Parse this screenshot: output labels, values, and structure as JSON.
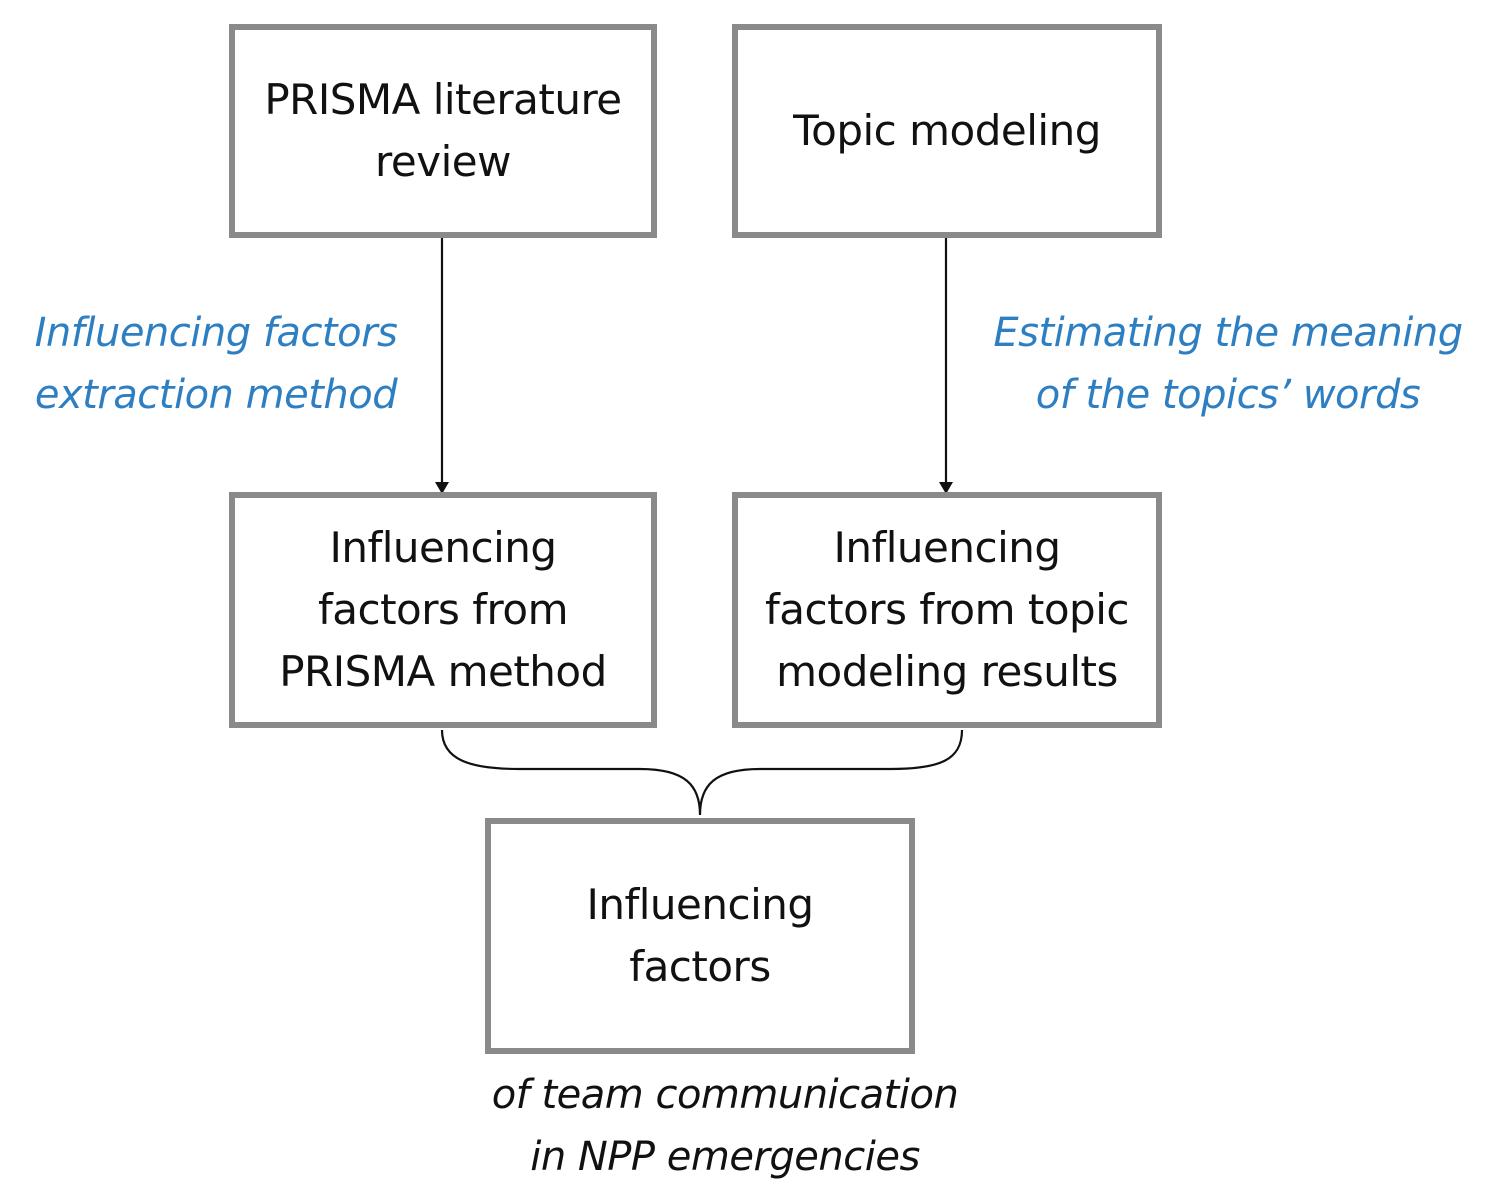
{
  "boxes": {
    "prisma_review": [
      "PRISMA literature",
      "review"
    ],
    "topic_modeling": [
      "Topic modeling"
    ],
    "factors_prisma": [
      "Influencing",
      "factors from",
      "PRISMA method"
    ],
    "factors_topic": [
      "Influencing",
      "factors from topic",
      "modeling results"
    ],
    "factors_final": [
      "Influencing",
      "factors"
    ]
  },
  "edge_labels": {
    "left": [
      "Influencing factors",
      "extraction method"
    ],
    "right": [
      "Estimating the meaning",
      "of the topics’ words"
    ]
  },
  "caption": [
    "of team communication",
    "in NPP emergencies"
  ],
  "colors": {
    "box_border": "#8a8a8a",
    "edge_label": "#2e7fc2",
    "text": "#111111",
    "arrow": "#111111"
  }
}
